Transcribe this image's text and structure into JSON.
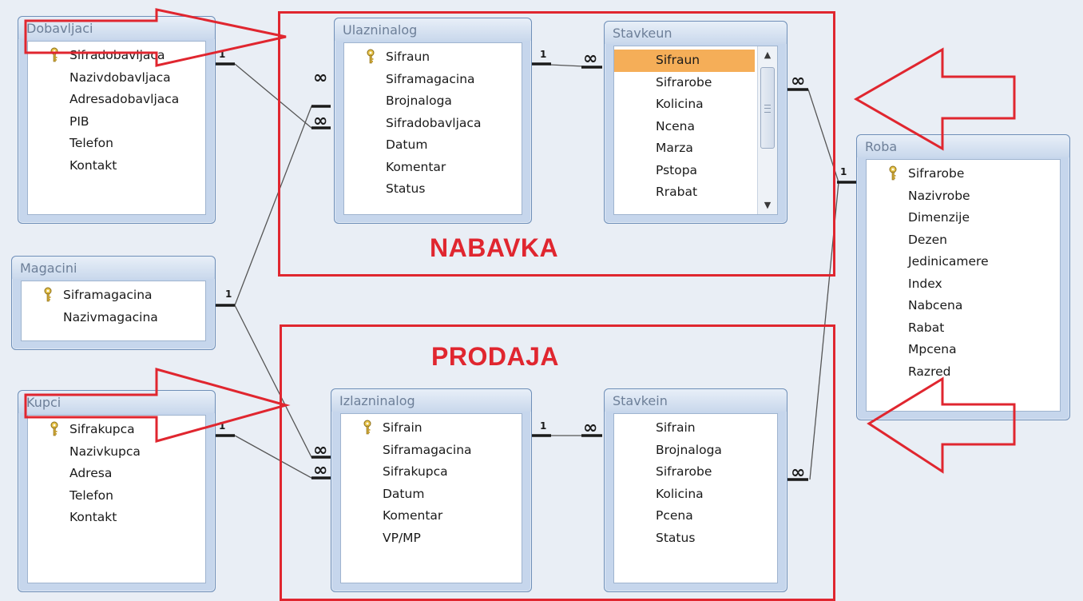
{
  "groups": [
    {
      "id": "nabavka",
      "label": "NABAVKA"
    },
    {
      "id": "prodaja",
      "label": "PRODAJA"
    }
  ],
  "tables": [
    {
      "id": "dobavljaci",
      "name": "Dobavljaci",
      "fields": [
        {
          "name": "Sifradobavljaca",
          "key": true
        },
        {
          "name": "Nazivdobavljaca"
        },
        {
          "name": "Adresadobavljaca"
        },
        {
          "name": "PIB"
        },
        {
          "name": "Telefon"
        },
        {
          "name": "Kontakt"
        }
      ]
    },
    {
      "id": "magacini",
      "name": "Magacini",
      "fields": [
        {
          "name": "Siframagacina",
          "key": true
        },
        {
          "name": "Nazivmagacina"
        }
      ]
    },
    {
      "id": "kupci",
      "name": "Kupci",
      "fields": [
        {
          "name": "Sifrakupca",
          "key": true
        },
        {
          "name": "Nazivkupca"
        },
        {
          "name": "Adresa"
        },
        {
          "name": "Telefon"
        },
        {
          "name": "Kontakt"
        }
      ]
    },
    {
      "id": "ulazninalog",
      "name": "Ulazninalog",
      "fields": [
        {
          "name": "Sifraun",
          "key": true
        },
        {
          "name": "Siframagacina"
        },
        {
          "name": "Brojnaloga"
        },
        {
          "name": "Sifradobavljaca"
        },
        {
          "name": "Datum"
        },
        {
          "name": "Komentar"
        },
        {
          "name": "Status"
        }
      ]
    },
    {
      "id": "stavkeun",
      "name": "Stavkeun",
      "scroll": true,
      "fields": [
        {
          "name": "Sifraun",
          "selected": true
        },
        {
          "name": "Sifrarobe"
        },
        {
          "name": "Kolicina"
        },
        {
          "name": "Ncena"
        },
        {
          "name": "Marza"
        },
        {
          "name": "Pstopa"
        },
        {
          "name": "Rrabat"
        }
      ]
    },
    {
      "id": "izlazninalog",
      "name": "Izlazninalog",
      "fields": [
        {
          "name": "Sifrain",
          "key": true
        },
        {
          "name": "Siframagacina"
        },
        {
          "name": "Sifrakupca"
        },
        {
          "name": "Datum"
        },
        {
          "name": "Komentar"
        },
        {
          "name": "VP/MP"
        }
      ]
    },
    {
      "id": "stavkein",
      "name": "Stavkein",
      "fields": [
        {
          "name": "Sifrain"
        },
        {
          "name": "Brojnaloga"
        },
        {
          "name": "Sifrarobe"
        },
        {
          "name": "Kolicina"
        },
        {
          "name": "Pcena"
        },
        {
          "name": "Status"
        }
      ]
    },
    {
      "id": "roba",
      "name": "Roba",
      "fields": [
        {
          "name": "Sifrarobe",
          "key": true
        },
        {
          "name": "Nazivrobe"
        },
        {
          "name": "Dimenzije"
        },
        {
          "name": "Dezen"
        },
        {
          "name": "Jedinicamere"
        },
        {
          "name": "Index"
        },
        {
          "name": "Nabcena"
        },
        {
          "name": "Rabat"
        },
        {
          "name": "Mpcena"
        },
        {
          "name": "Razred"
        }
      ]
    }
  ],
  "relationships": [
    {
      "from": "dobavljaci",
      "to": "ulazninalog",
      "one": "1",
      "many": "∞"
    },
    {
      "from": "magacini",
      "to": "ulazninalog",
      "one": "1",
      "many": "∞"
    },
    {
      "from": "magacini",
      "to": "izlazninalog",
      "one": "1",
      "many": "∞"
    },
    {
      "from": "kupci",
      "to": "izlazninalog",
      "one": "1",
      "many": "∞"
    },
    {
      "from": "ulazninalog",
      "to": "stavkeun",
      "one": "1",
      "many": "∞"
    },
    {
      "from": "izlazninalog",
      "to": "stavkein",
      "one": "1",
      "many": "∞"
    },
    {
      "from": "roba",
      "to": "stavkeun",
      "one": "1",
      "many": "∞"
    },
    {
      "from": "roba",
      "to": "stavkein",
      "one": "1",
      "many": "∞"
    }
  ],
  "colors": {
    "annotation": "#e0262f",
    "highlight": "#f5ae58",
    "connector": "#555555"
  }
}
